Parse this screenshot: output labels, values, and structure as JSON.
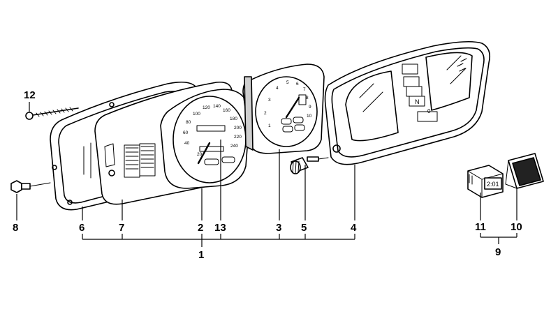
{
  "callouts": {
    "c1": "1",
    "c2": "2",
    "c3": "3",
    "c4": "4",
    "c5": "5",
    "c6": "6",
    "c7": "7",
    "c8": "8",
    "c9": "9",
    "c10": "10",
    "c11": "11",
    "c12": "12",
    "c13": "13"
  },
  "speedometer_scale": [
    "20",
    "40",
    "60",
    "80",
    "100",
    "120",
    "140",
    "160",
    "180",
    "200",
    "220",
    "240"
  ],
  "tachometer_scale": [
    "1",
    "2",
    "3",
    "4",
    "5",
    "6",
    "7",
    "8",
    "9",
    "10"
  ],
  "clock_display": "2:01",
  "indicator_letters": {
    "neutral": "N",
    "zero": "0"
  }
}
